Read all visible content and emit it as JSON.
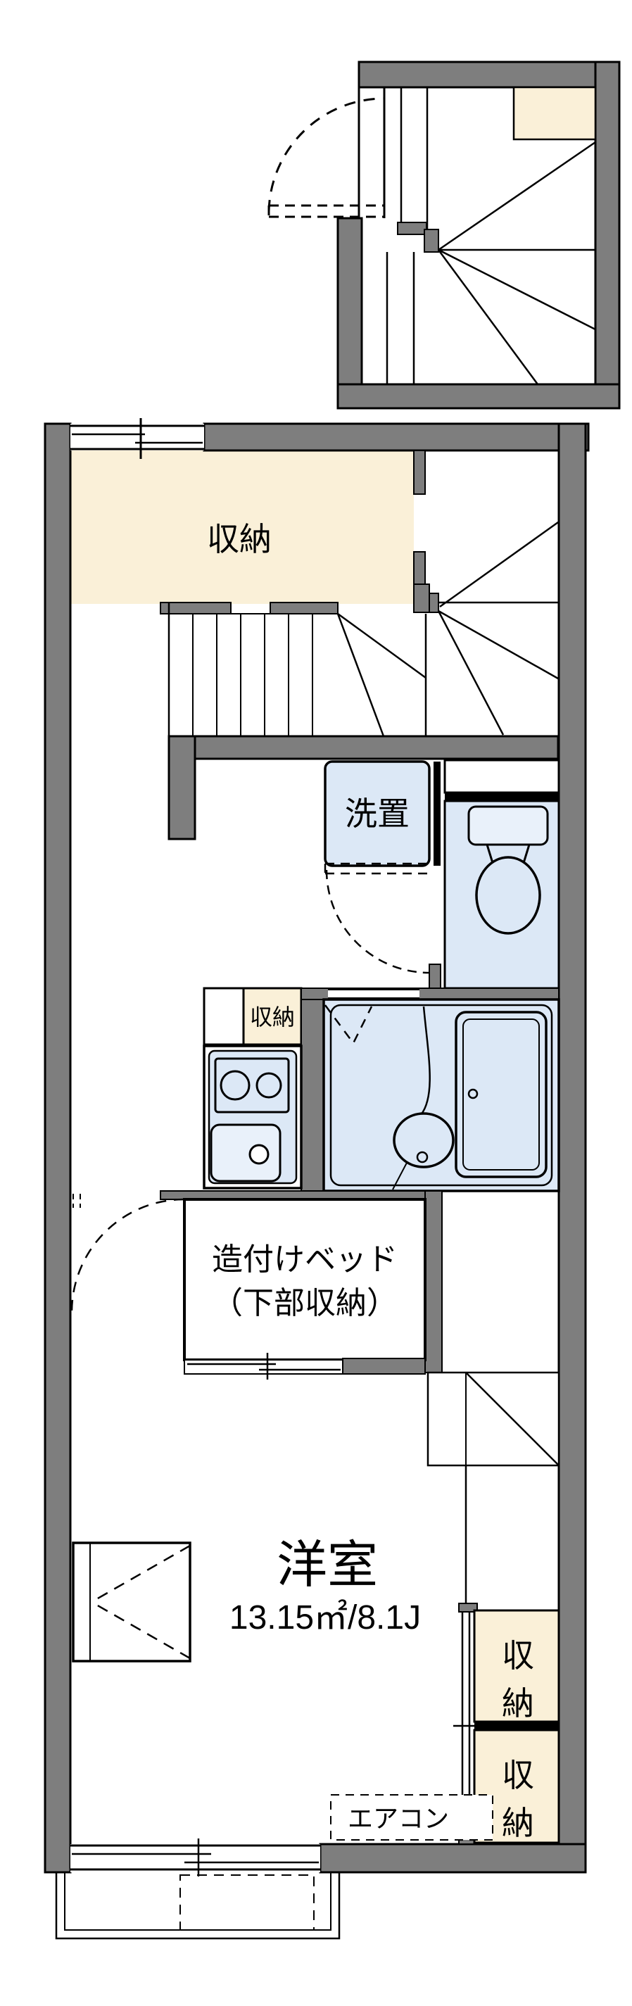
{
  "floorplan": {
    "type": "japanese-apartment-floorplan",
    "labels": {
      "storage_main": "収納",
      "washer_space": "洗置",
      "kitchen_storage": "収納",
      "bed_line1": "造付けベッド",
      "bed_line2": "（下部収納）",
      "room_name": "洋室",
      "room_size": "13.15㎡/8.1J",
      "closet_upper_char1": "収",
      "closet_upper_char2": "納",
      "closet_lower_char1": "収",
      "closet_lower_char2": "納",
      "aircon": "エアコン"
    },
    "colors": {
      "wall_gray": "#7e7e7e",
      "storage_cream": "#faf0d8",
      "wet_area_blue": "#dce8f6",
      "fixture_light_blue": "#e9f1fa",
      "outline_black": "#000000",
      "background": "#ffffff"
    },
    "rooms": [
      {
        "name": "upper-stair-hall",
        "note": "2F stair enclosure with winder stairs and door arc"
      },
      {
        "name": "storage",
        "label": "収納"
      },
      {
        "name": "staircase",
        "note": "straight flight with winders"
      },
      {
        "name": "washer-space",
        "label": "洗置"
      },
      {
        "name": "toilet"
      },
      {
        "name": "kitchen",
        "note": "2-burner stove and sink"
      },
      {
        "name": "bathroom",
        "note": "unit bath with tub and basin"
      },
      {
        "name": "built-in-bed",
        "label": "造付けベッド（下部収納）"
      },
      {
        "name": "western-room",
        "label": "洋室 13.15㎡/8.1J"
      },
      {
        "name": "closet-upper",
        "label": "収納"
      },
      {
        "name": "closet-lower",
        "label": "収納"
      },
      {
        "name": "aircon-slot",
        "label": "エアコン"
      },
      {
        "name": "balcony"
      }
    ]
  }
}
